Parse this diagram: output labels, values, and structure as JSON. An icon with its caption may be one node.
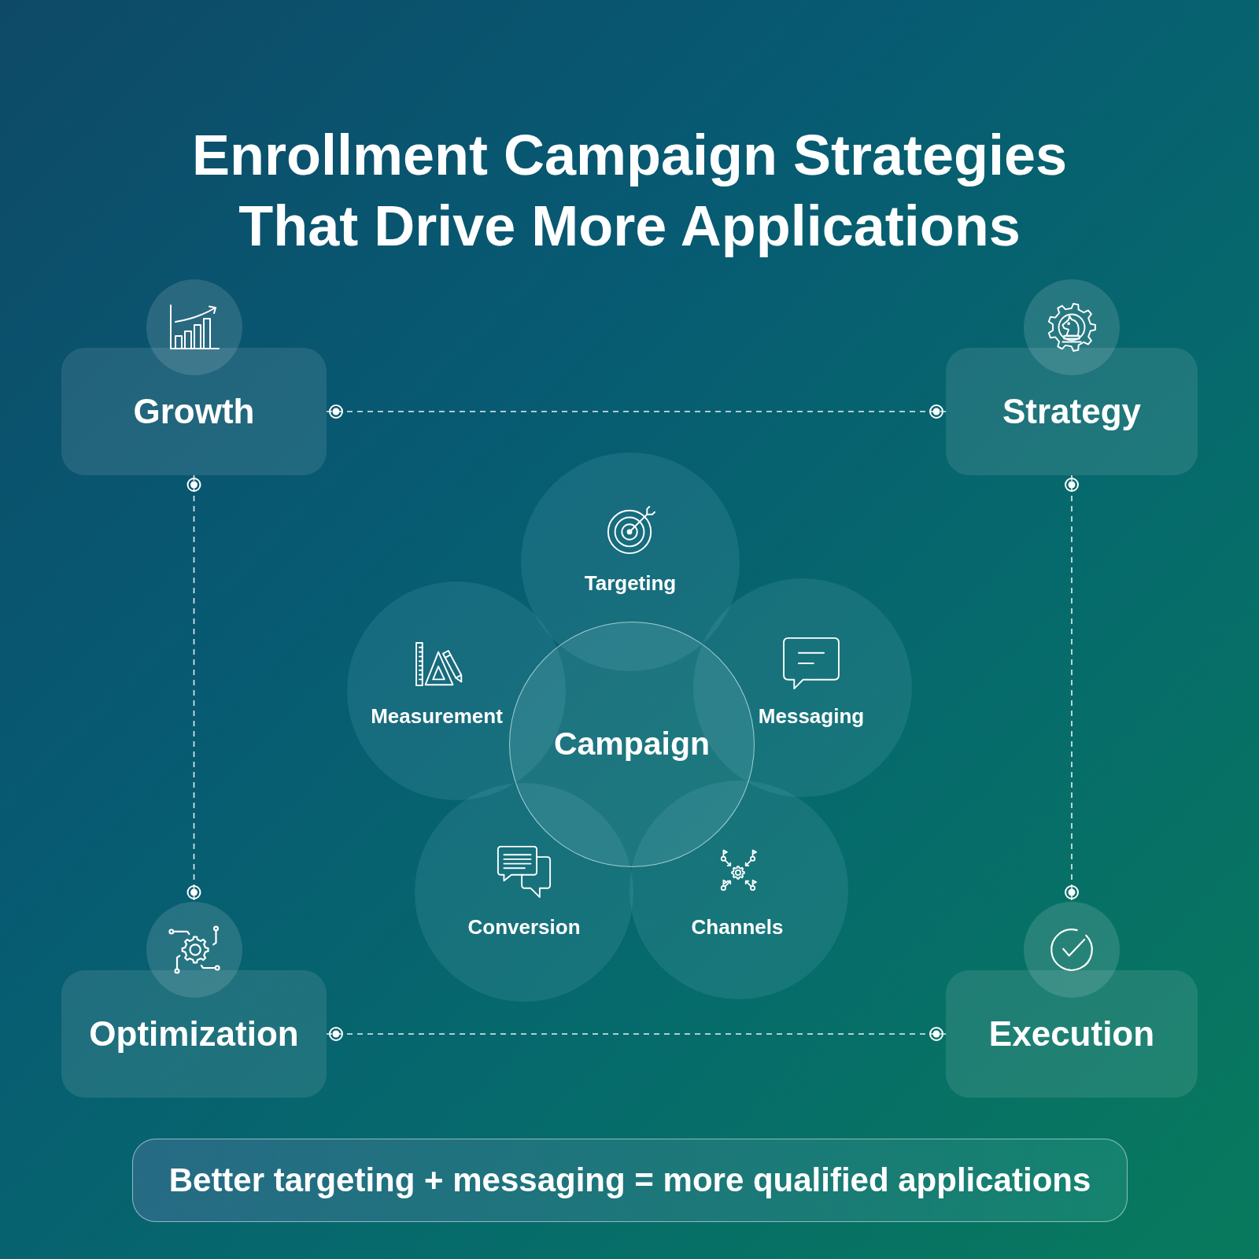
{
  "diagram": {
    "title": "Enrollment Campaign Strategies That Drive More Applications",
    "nodes": [
      {
        "text": [
          "Growth"
        ]
      },
      {
        "text": [
          "Strategy"
        ]
      },
      {
        "text": [
          "Targeting"
        ]
      },
      {
        "text": [
          "Measurement"
        ]
      },
      {
        "text": [
          "Campaign"
        ]
      },
      {
        "text": [
          "Messaging"
        ]
      },
      {
        "text": [
          "Conversion"
        ]
      },
      {
        "text": [
          "Channels"
        ]
      },
      {
        "text": [
          "Optimization"
        ]
      },
      {
        "text": [
          "Execution"
        ]
      },
      {
        "text": [
          "Better targeting + messaging = more qualified applications"
        ]
      }
    ],
    "edges": [
      {
        "from": 0,
        "to": 1,
        "arrow": "other",
        "style": "dashed"
      },
      {
        "from": 0,
        "to": 8,
        "arrow": "other",
        "style": "dashed"
      },
      {
        "from": 1,
        "to": 9,
        "arrow": "other",
        "style": "dashed"
      },
      {
        "from": 8,
        "to": 9,
        "arrow": "other",
        "style": "dashed"
      }
    ]
  }
}
